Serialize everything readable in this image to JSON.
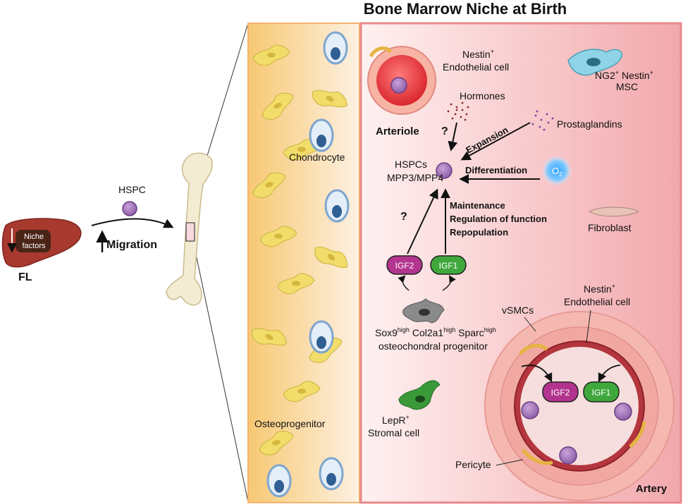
{
  "title": "Bone Marrow Niche at Birth",
  "left": {
    "niche_factors_line1": "Niche",
    "niche_factors_line2": "factors",
    "fl": "FL",
    "hspc": "HSPC",
    "migration": "Migration"
  },
  "cartilage": {
    "chondrocyte": "Chondrocyte",
    "osteoprogenitor": "Osteoprogenitor"
  },
  "niche": {
    "nestin_endo_top_l1": "Nestin",
    "nestin_endo_top_sup": "+",
    "nestin_endo_top_l2": "Endothelial cell",
    "ng2_msc_l1": "NG2",
    "ng2_msc_sup1": "+",
    "ng2_msc_mid": " Nestin",
    "ng2_msc_sup2": "+",
    "ng2_msc_l2": "MSC",
    "hormones": "Hormones",
    "arteriole": "Arteriole",
    "prostaglandins": "Prostaglandins",
    "expansion": "Expansion",
    "differentiation": "Differentiation",
    "o2": "O",
    "o2_sub": "2",
    "hspcs_l1": "HSPCs",
    "hspcs_l2": "MPP3/MPP4",
    "question": "?",
    "maintenance_l1": "Maintenance",
    "maintenance_l2": "Regulation of function",
    "maintenance_l3": "Repopulation",
    "fibroblast": "Fibroblast",
    "igf2": "IGF2",
    "igf1": "IGF1",
    "sox9": "Sox9",
    "sox9_sup": "high",
    "col2a1": " Col2a1",
    "col2a1_sup": "high",
    "sparc": " Sparc",
    "sparc_sup": "high",
    "osteo_progenitor": "osteochondral progenitor",
    "lepr_l1": "LepR",
    "lepr_sup": "+",
    "lepr_l2": "Stromal cell",
    "vsmcs": "vSMCs",
    "nestin_endo_art_l1": "Nestin",
    "nestin_endo_art_sup": "+",
    "nestin_endo_art_l2": "Endothelial cell",
    "pericyte": "Pericyte",
    "artery": "Artery"
  }
}
